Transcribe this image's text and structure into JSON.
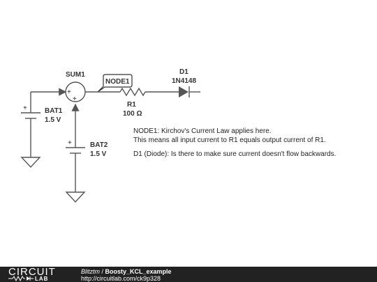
{
  "components": {
    "sum1": {
      "label": "SUM1",
      "plus_a": "+",
      "plus_b": "+"
    },
    "node1": {
      "label": "NODE1"
    },
    "r1": {
      "label": "R1",
      "value": "100 Ω"
    },
    "d1": {
      "label": "D1",
      "part": "1N4148"
    },
    "bat1": {
      "label": "BAT1",
      "value": "1.5 V",
      "plus": "+"
    },
    "bat2": {
      "label": "BAT2",
      "value": "1.5 V",
      "plus": "+"
    }
  },
  "notes": {
    "line1": "NODE1: Kirchov's Current Law applies here.",
    "line2": "This means all input current to R1 equals output current of R1.",
    "line3": "D1 (Diode): Is there to make sure current doesn't flow backwards."
  },
  "footer": {
    "logo_top": "CIRCUIT",
    "logo_bottom": "LAB",
    "author": "Blitztm",
    "separator": " / ",
    "title": "Boosty_KCL_example",
    "url": "http://circuitlab.com/ck9p328"
  },
  "colors": {
    "wire": "#555555",
    "footer_bg": "#222222"
  }
}
